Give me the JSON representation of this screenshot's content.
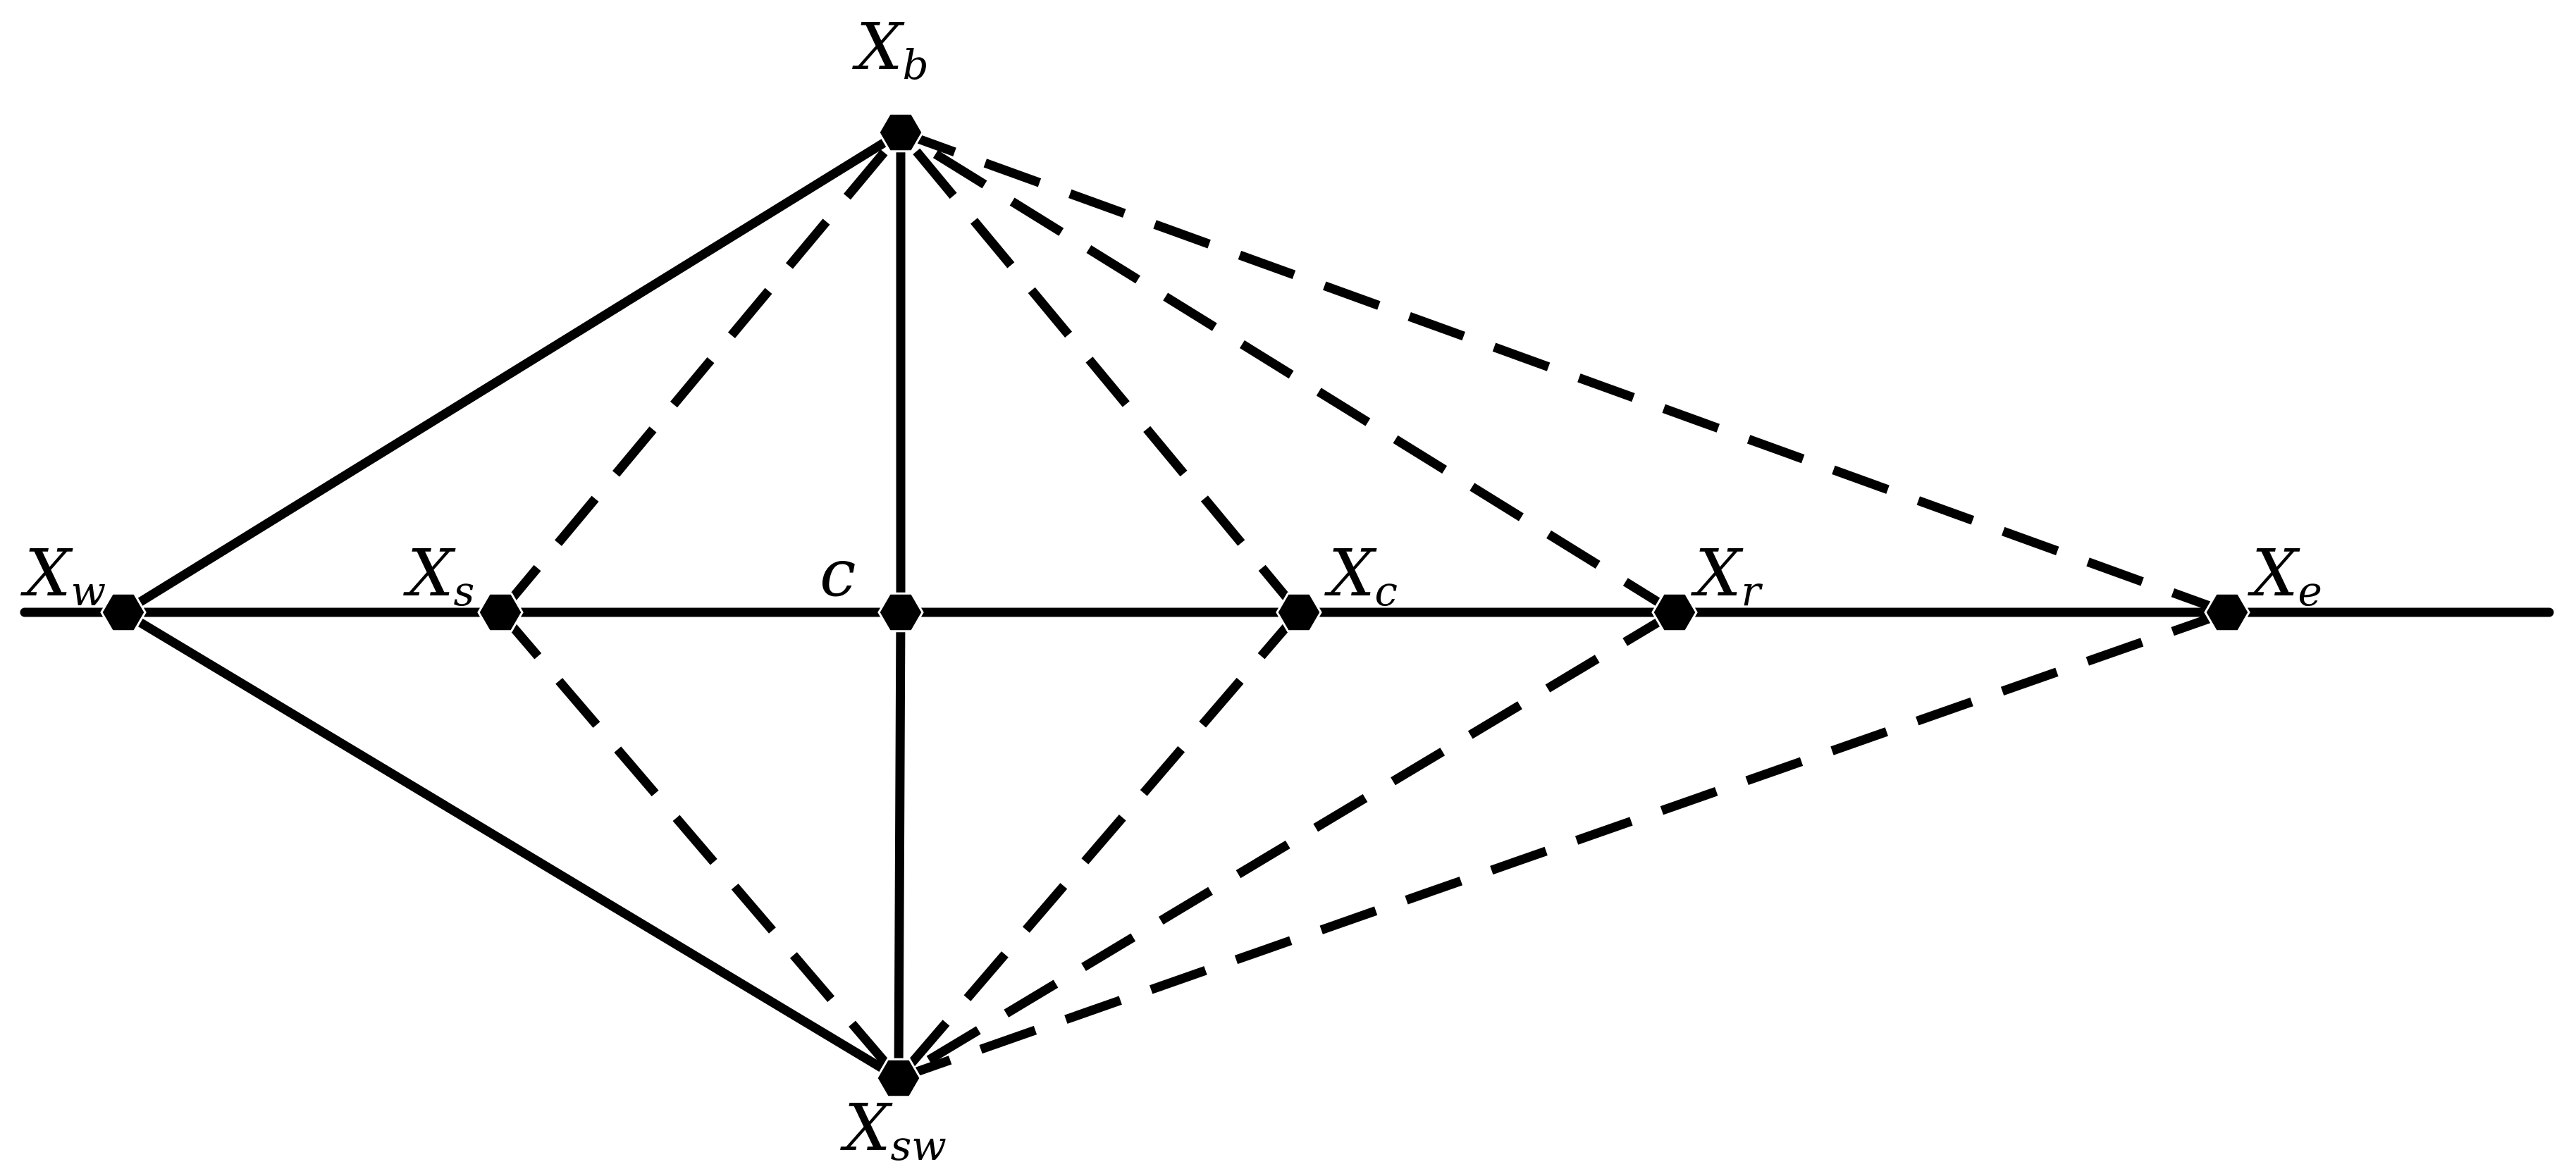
{
  "diagram": {
    "colors": {
      "line": "#000000",
      "background": "#ffffff"
    },
    "nodes": [
      {
        "id": "xb",
        "base": "X",
        "sub": "b"
      },
      {
        "id": "xw",
        "base": "X",
        "sub": "w"
      },
      {
        "id": "xs",
        "base": "X",
        "sub": "s"
      },
      {
        "id": "c",
        "base": "c",
        "sub": ""
      },
      {
        "id": "xc",
        "base": "X",
        "sub": "c"
      },
      {
        "id": "xr",
        "base": "X",
        "sub": "r"
      },
      {
        "id": "xe",
        "base": "X",
        "sub": "e"
      },
      {
        "id": "xsw",
        "base": "X",
        "sub": "sw"
      }
    ],
    "edges": [
      {
        "id": "axis",
        "from": "axis-left",
        "to": "axis-right",
        "style": "solid"
      },
      {
        "id": "xb-c",
        "from": "xb",
        "to": "c",
        "style": "solid"
      },
      {
        "id": "c-xsw",
        "from": "c",
        "to": "xsw",
        "style": "solid"
      },
      {
        "id": "xw-xb",
        "from": "xw",
        "to": "xb",
        "style": "solid"
      },
      {
        "id": "xw-xsw",
        "from": "xw",
        "to": "xsw",
        "style": "solid"
      },
      {
        "id": "xs-xb",
        "from": "xs",
        "to": "xb",
        "style": "dashed"
      },
      {
        "id": "xs-xsw",
        "from": "xs",
        "to": "xsw",
        "style": "dashed"
      },
      {
        "id": "xc-xb",
        "from": "xc",
        "to": "xb",
        "style": "dashed"
      },
      {
        "id": "xc-xsw",
        "from": "xc",
        "to": "xsw",
        "style": "dashed"
      },
      {
        "id": "xr-xb",
        "from": "xr",
        "to": "xb",
        "style": "dashed"
      },
      {
        "id": "xr-xsw",
        "from": "xr",
        "to": "xsw",
        "style": "dashed"
      },
      {
        "id": "xe-xb",
        "from": "xe",
        "to": "xb",
        "style": "dashed"
      },
      {
        "id": "xe-xsw",
        "from": "xe",
        "to": "xsw",
        "style": "dashed"
      }
    ]
  }
}
